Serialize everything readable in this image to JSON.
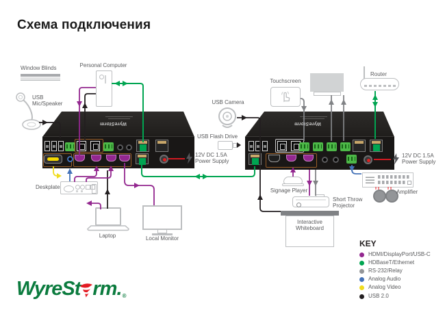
{
  "title": "Схема подключения",
  "logo": {
    "prefix": "WyreSt",
    "suffix": "rm.",
    "registered": "®"
  },
  "device_mark": "WyreStorm",
  "colors": {
    "hdmi_purple": "#93278f",
    "hdbaset_green": "#00a551",
    "rs232_gray": "#939598",
    "audio_blue": "#4472b8",
    "video_yellow": "#f0dc1e",
    "usb_black": "#231f20",
    "power_red": "#ed1c24",
    "logo_green": "#0b7b3e",
    "logo_red": "#e31b23"
  },
  "labels": {
    "window_blinds": "Window Blinds",
    "usb_mic_speaker": "USB Mic/Speaker",
    "personal_computer": "Personal Computer",
    "usb_camera": "USB Camera",
    "usb_flash_drive": "USB Flash Drive",
    "touchscreen": "Touchscreen",
    "router": "Router",
    "deskplate": "Deskplate",
    "laptop": "Laptop",
    "local_monitor": "Local Monitor",
    "signage_player": "Signage Player",
    "short_throw_projector": "Short Throw Projector",
    "interactive_whiteboard": "Interactive Whiteboard",
    "amplifier": "Amplifier",
    "power_supply": "12V DC 1.5A Power Supply"
  },
  "key": {
    "title": "KEY",
    "items": [
      {
        "label": "HDMI/DisplayPort/USB-C",
        "color": "#93278f"
      },
      {
        "label": "HDBaseT/Ethernet",
        "color": "#00a551"
      },
      {
        "label": "RS-232/Relay",
        "color": "#939598"
      },
      {
        "label": "Analog Audio",
        "color": "#4472b8"
      },
      {
        "label": "Analog Video",
        "color": "#f0dc1e"
      },
      {
        "label": "USB 2.0",
        "color": "#231f20"
      }
    ]
  }
}
